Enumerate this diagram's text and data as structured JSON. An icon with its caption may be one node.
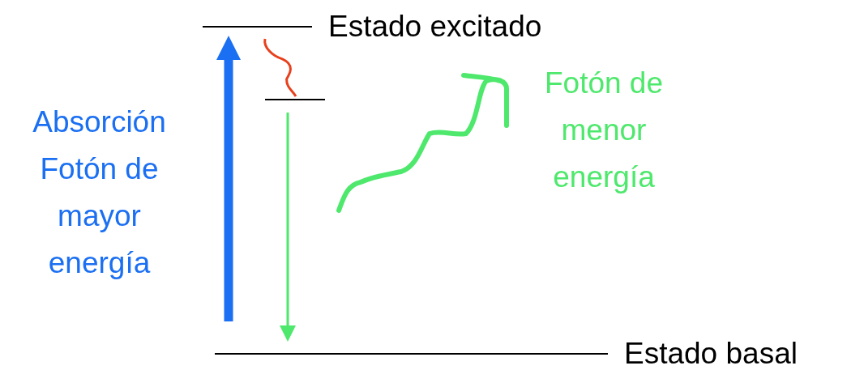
{
  "diagram": {
    "nodes": [
      {
        "text": [
          "Estado excitado"
        ]
      },
      {
        "text": [],
        "shape": "bar"
      },
      {
        "text": [
          "Estado basal"
        ]
      }
    ],
    "edges": [
      {
        "from": 2,
        "to": 0,
        "arrow": "to",
        "label": "Absorción Fotón de mayor energía",
        "style": "thick",
        "color": "#1a6ff2"
      },
      {
        "from": 0,
        "to": 1,
        "arrow": "none",
        "color": "#e8401c"
      },
      {
        "from": 1,
        "to": 2,
        "arrow": "to",
        "color": "#4ee86c"
      }
    ],
    "labels": [
      "Fotón de menor energía"
    ]
  }
}
